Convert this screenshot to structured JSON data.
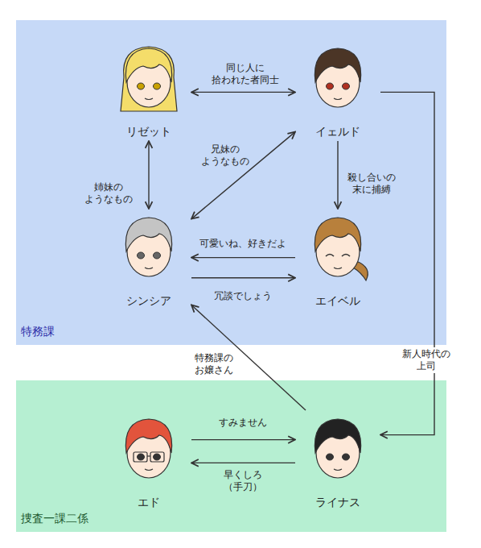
{
  "diagram": {
    "nodes": [
      {
        "text": [
          "特務課"
        ]
      },
      {
        "text": [
          "リゼット"
        ],
        "in": 0
      },
      {
        "text": [
          "イェルド"
        ],
        "in": 0
      },
      {
        "text": [
          "シンシア"
        ],
        "in": 0
      },
      {
        "text": [
          "エイベル"
        ],
        "in": 0
      },
      {
        "text": [
          "捜査一課二係"
        ]
      },
      {
        "text": [
          "エド"
        ],
        "in": 5
      },
      {
        "text": [
          "ライナス"
        ],
        "in": 5
      }
    ],
    "edges": [
      {
        "from": 1,
        "to": 2,
        "label": "同じ人に 拾われた者同士",
        "arrow": "both"
      },
      {
        "from": 1,
        "to": 3,
        "label": "姉妹の ようなもの",
        "arrow": "both"
      },
      {
        "from": 2,
        "to": 3,
        "label": "兄妹の ようなもの",
        "arrow": "both"
      },
      {
        "from": 2,
        "to": 4,
        "label": "殺し合いの 末に捕縛",
        "arrow": "to"
      },
      {
        "from": 4,
        "to": 3,
        "label": "可愛いね、好きだよ",
        "arrow": "to"
      },
      {
        "from": 3,
        "to": 4,
        "label": "冗談でしょう",
        "arrow": "to"
      },
      {
        "from": 2,
        "to": 7,
        "label": "新人時代の 上司",
        "arrow": "to"
      },
      {
        "from": 7,
        "to": 3,
        "label": "特務課の お嬢さん",
        "arrow": "to"
      },
      {
        "from": 6,
        "to": 7,
        "label": "すみません",
        "arrow": "to"
      },
      {
        "from": 7,
        "to": 6,
        "label": "早くしろ （手刀）",
        "arrow": "to"
      }
    ]
  }
}
